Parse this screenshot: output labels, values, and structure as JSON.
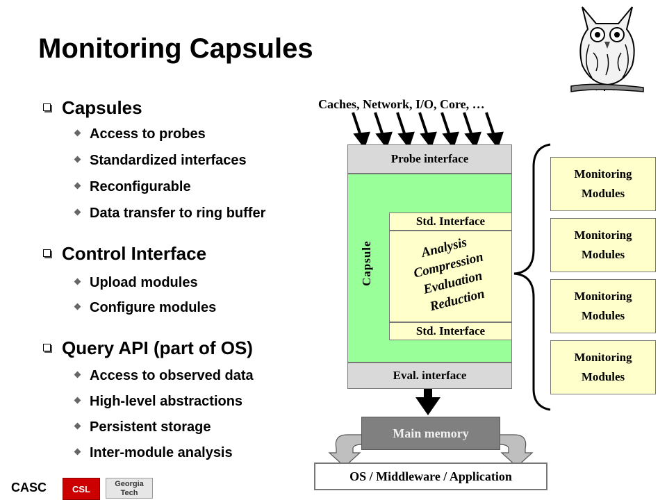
{
  "title": "Monitoring Capsules",
  "sections": [
    {
      "heading": "Capsules",
      "items": [
        "Access to probes",
        "Standardized interfaces",
        "Reconfigurable",
        "Data transfer to ring buffer"
      ]
    },
    {
      "heading": "Control Interface",
      "items": [
        "Upload modules",
        "Configure modules"
      ]
    },
    {
      "heading": "Query API (part of OS)",
      "items": [
        "Access to observed data",
        "High-level abstractions",
        "Persistent storage",
        "Inter-module analysis"
      ]
    }
  ],
  "diagram": {
    "probe_sources": "Caches, Network, I/O, Core, …",
    "probe_interface": "Probe interface",
    "capsule_label": "Capsule",
    "std_interface_top": "Std. Interface",
    "std_interface_bottom": "Std. Interface",
    "analysis_lines": [
      "Analysis",
      "Compression",
      "Evaluation",
      "Reduction"
    ],
    "eval_interface": "Eval. interface",
    "main_memory": "Main memory",
    "os_layer": "OS / Middleware / Application",
    "modules": [
      {
        "line1": "Monitoring",
        "line2": "Modules"
      },
      {
        "line1": "Monitoring",
        "line2": "Modules"
      },
      {
        "line1": "Monitoring",
        "line2": "Modules"
      },
      {
        "line1": "Monitoring",
        "line2": "Modules"
      }
    ],
    "colors": {
      "capsule_green": "#99ff99",
      "interface_gray": "#d9d9d9",
      "module_yellow": "#ffffcc",
      "memory_gray": "#808080"
    }
  },
  "footer": {
    "casc": "CASC",
    "csl": "CSL",
    "gt_line1": "Georgia",
    "gt_line2": "Tech"
  },
  "icons": [
    "owl-icon",
    "checkbox-bullet-icon",
    "diamond-bullet-icon"
  ]
}
